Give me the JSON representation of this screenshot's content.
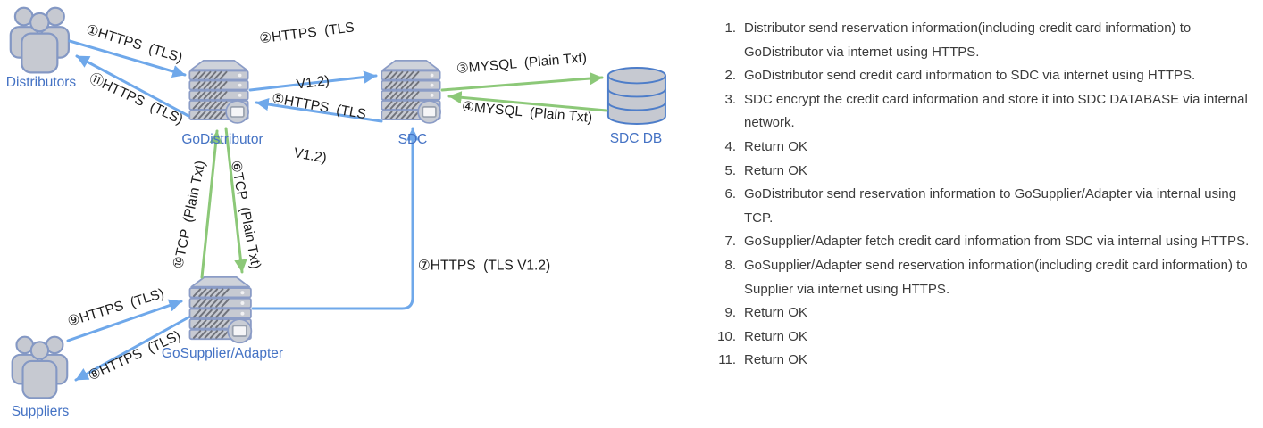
{
  "diagram": {
    "nodes": {
      "distributors": {
        "label": "Distributors"
      },
      "godistributor": {
        "label": "GoDistributor"
      },
      "sdc": {
        "label": "SDC"
      },
      "sdcdb": {
        "label": "SDC DB"
      },
      "gosupplier": {
        "label": "GoSupplier/Adapter"
      },
      "suppliers": {
        "label": "Suppliers"
      }
    },
    "edges": {
      "e1": {
        "label": "①HTTPS  (TLS)"
      },
      "e2": {
        "label": "②HTTPS  (TLS",
        "label2": "V1.2)"
      },
      "e3": {
        "label": "③MYSQL  (Plain Txt)"
      },
      "e4": {
        "label": "④MYSQL  (Plain Txt)"
      },
      "e5": {
        "label": "⑤HTTPS  (TLS",
        "label2": "V1.2)"
      },
      "e6": {
        "label": "⑥TCP  (Plain Txt)"
      },
      "e7": {
        "label": "⑦HTTPS  (TLS V1.2)"
      },
      "e8": {
        "label": "⑧HTTPS  (TLS)"
      },
      "e9": {
        "label": "⑨HTTPS  (TLS)"
      },
      "e10": {
        "label": "⑩TCP  (Plain Txt)"
      },
      "e11": {
        "label": "⑪HTTPS  (TLS)"
      }
    },
    "colors": {
      "arrow_blue": "#6FA8EA",
      "arrow_green": "#8CC878",
      "node_label_blue": "#4472C4",
      "icon_fill": "#c6c9d1",
      "icon_stroke": "#8498c4",
      "db_stroke": "#4d7dc9"
    }
  },
  "steps": [
    {
      "num": "1.",
      "text": "Distributor send reservation information(including credit card information) to GoDistributor via internet using HTTPS."
    },
    {
      "num": "2.",
      "text": "GoDistributor send credit card information to SDC via internet using HTTPS."
    },
    {
      "num": "3.",
      "text": "SDC encrypt the credit card information and store it into SDC DATABASE via internal network."
    },
    {
      "num": "4.",
      "text": "Return OK"
    },
    {
      "num": "5.",
      "text": "Return OK"
    },
    {
      "num": "6.",
      "text": "GoDistributor send reservation information to GoSupplier/Adapter via internal using TCP."
    },
    {
      "num": "7.",
      "text": "GoSupplier/Adapter fetch credit card information from SDC via internal using HTTPS."
    },
    {
      "num": "8.",
      "text": "GoSupplier/Adapter send reservation information(including credit card information) to Supplier via internet using HTTPS."
    },
    {
      "num": "9.",
      "text": "Return OK"
    },
    {
      "num": "10.",
      "text": "Return OK"
    },
    {
      "num": "11.",
      "text": "Return OK"
    }
  ]
}
